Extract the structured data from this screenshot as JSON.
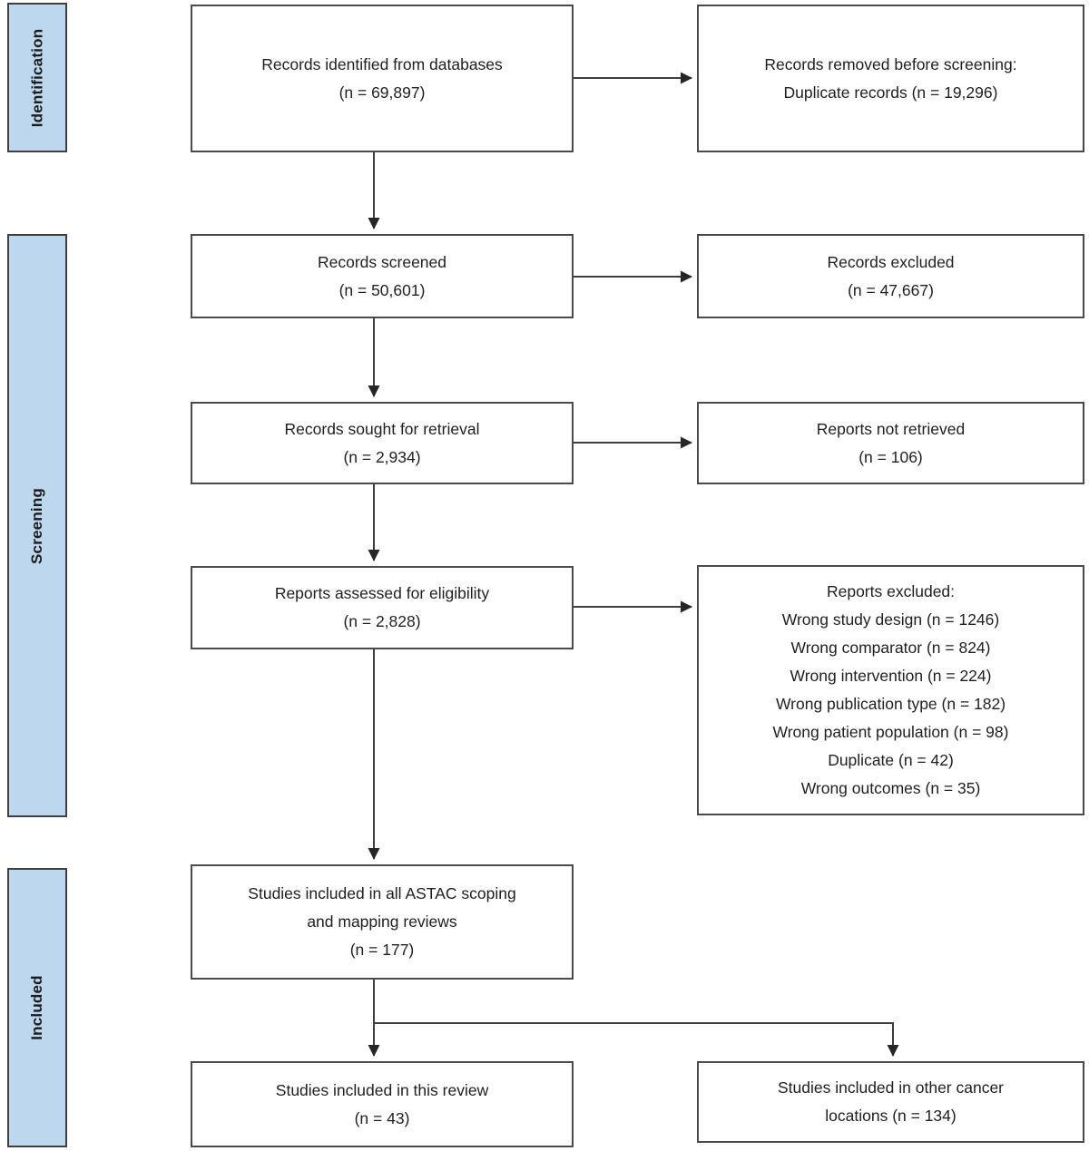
{
  "colors": {
    "sidebar_fill": "#bdd7ee",
    "box_border": "#4a4a4a",
    "connector": "#3d3d3d",
    "text": "#1f1f1f",
    "background": "#ffffff"
  },
  "sidebar": {
    "identification": "Identification",
    "screening": "Screening",
    "included": "Included"
  },
  "boxes": {
    "identified": {
      "lines": [
        "Records identified from databases",
        "(n = 69,897)"
      ]
    },
    "removed": {
      "lines": [
        "Records removed before screening:",
        "Duplicate records (n = 19,296)"
      ]
    },
    "screened": {
      "lines": [
        "Records screened",
        "(n = 50,601)"
      ]
    },
    "excluded": {
      "lines": [
        "Records excluded",
        "(n = 47,667)"
      ]
    },
    "sought": {
      "lines": [
        "Records sought for retrieval",
        "(n = 2,934)"
      ]
    },
    "not_retrieved": {
      "lines": [
        "Reports not retrieved",
        "(n = 106)"
      ]
    },
    "assessed": {
      "lines": [
        "Reports assessed for eligibility",
        "(n = 2,828)"
      ]
    },
    "reports_excluded": {
      "lines": [
        "Reports excluded:",
        "Wrong study design (n = 1246)",
        "Wrong comparator (n = 824)",
        "Wrong intervention (n = 224)",
        "Wrong publication type (n = 182)",
        "Wrong patient population (n = 98)",
        "Duplicate (n = 42)",
        "Wrong outcomes (n = 35)"
      ]
    },
    "astac_included": {
      "lines": [
        "Studies included in all ASTAC scoping",
        "and mapping reviews",
        "(n = 177)"
      ]
    },
    "this_review": {
      "lines": [
        "Studies included in this review",
        "(n = 43)"
      ]
    },
    "other_cancer": {
      "lines": [
        "Studies included in other cancer",
        "locations (n = 134)"
      ]
    }
  }
}
